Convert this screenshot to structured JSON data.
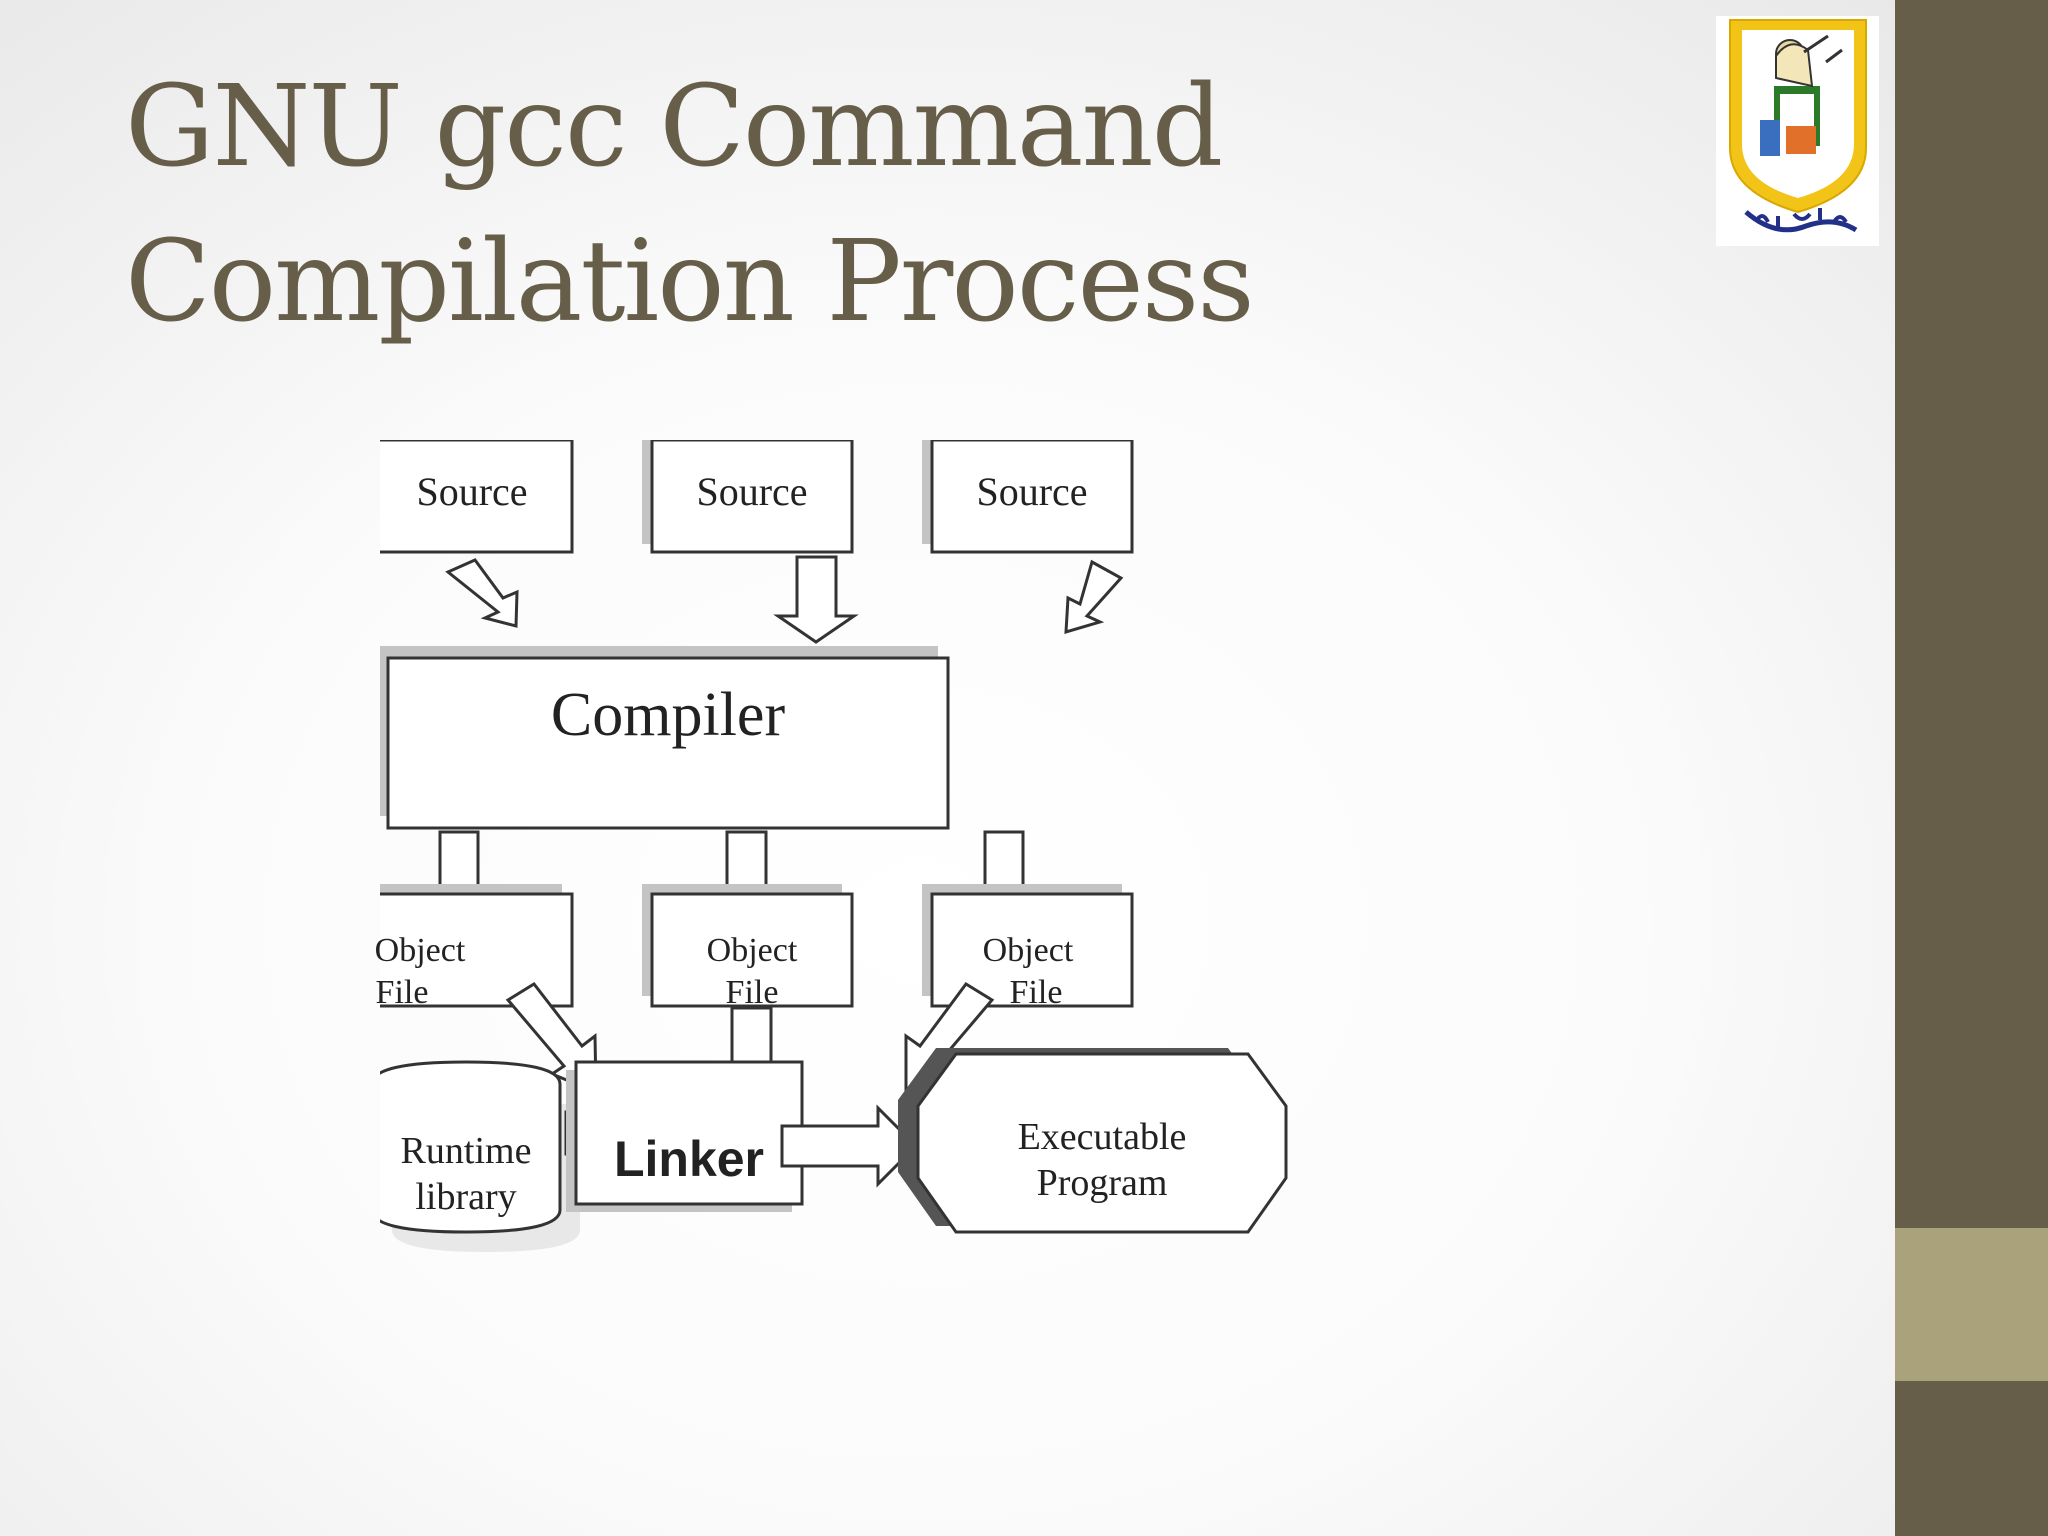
{
  "slide": {
    "title_line1": "GNU gcc Command",
    "title_line2": "Compilation Process"
  },
  "logo": {
    "name": "cairo-university-logo-icon",
    "text": "جامعة القاهرة"
  },
  "diagram": {
    "sources": [
      "Source",
      "Source",
      "Source"
    ],
    "compiler": "Compiler",
    "objects": [
      {
        "line1": "Object",
        "line2": "File"
      },
      {
        "line1": "Object",
        "line2": "File"
      },
      {
        "line1": "Object",
        "line2": "File"
      }
    ],
    "runtime": {
      "line1": "Runtime",
      "line2": "library"
    },
    "linker": "Linker",
    "executable": {
      "line1": "Executable",
      "line2": "Program"
    }
  },
  "colors": {
    "title": "#675e4a",
    "sidebar": "#675e4a",
    "sidebar_accent": "#a9a27a"
  }
}
